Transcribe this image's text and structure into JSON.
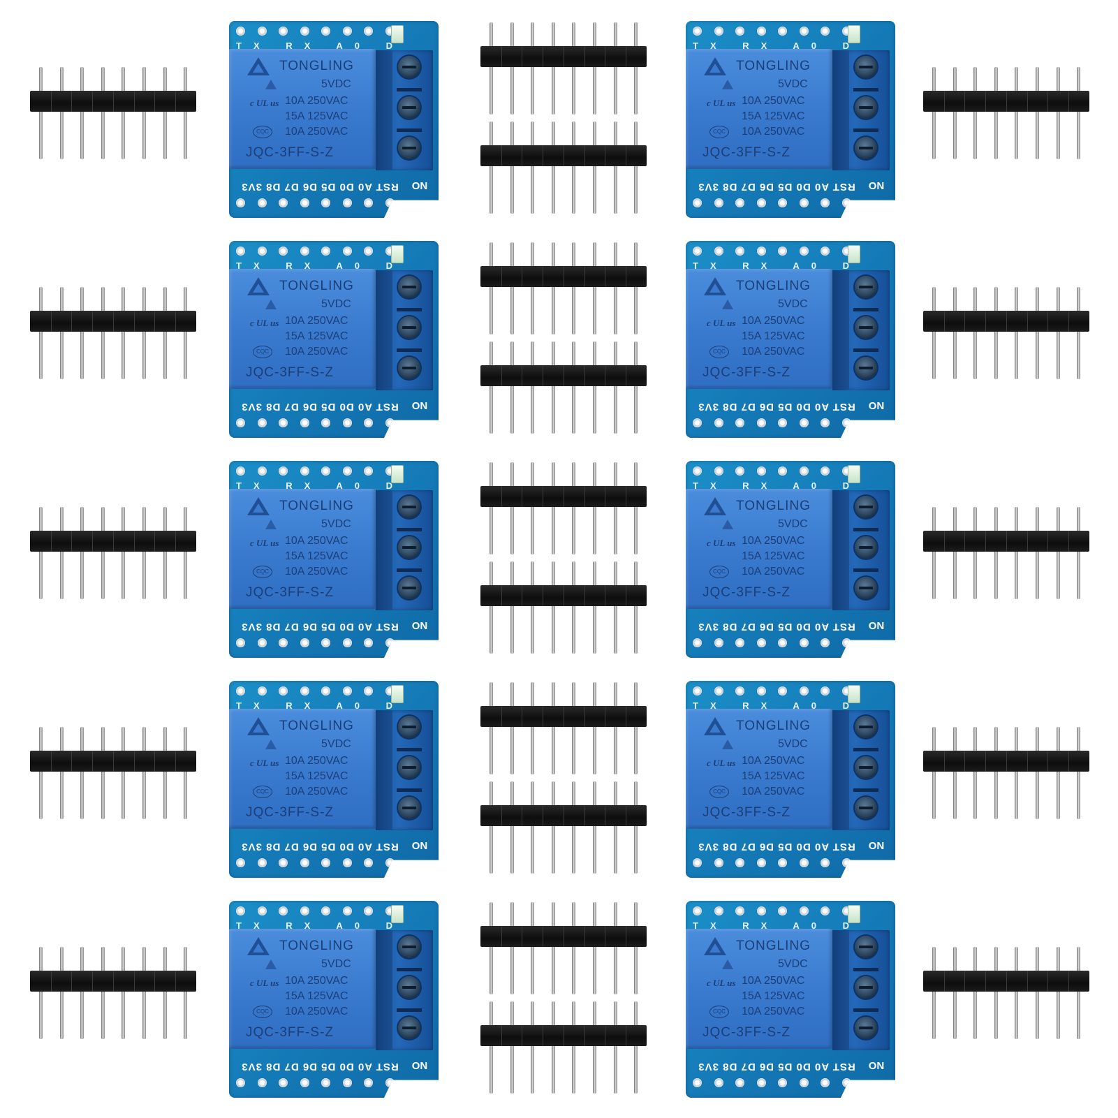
{
  "relay_module": {
    "brand": "TONGLING",
    "voltage": "5VDC",
    "rating_1": "10A 250VAC",
    "rating_2": "15A 125VAC",
    "rating_3": "10A 250VAC",
    "model": "JQC-3FF-S-Z",
    "cert_ul": "c UL us",
    "cert_cqc": "CQC"
  },
  "shield": {
    "top_pins": "TX RX A0 D0 D5 D6 D7 D8 3V3",
    "bottom_pins": "RST A0 D0 D5 D6 D7 D8 3V3",
    "terminal_mark": "NO"
  }
}
